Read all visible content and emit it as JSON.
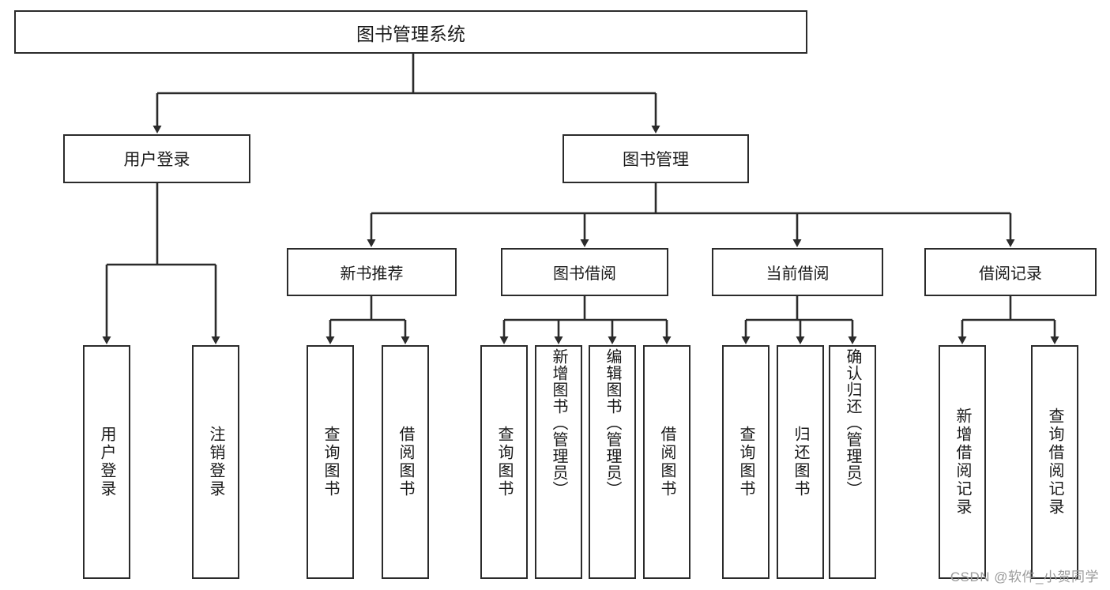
{
  "diagram": {
    "title": "图书管理系统",
    "root": {
      "label": "图书管理系统"
    },
    "level2": [
      {
        "label": "用户登录"
      },
      {
        "label": "图书管理"
      }
    ],
    "level3": [
      {
        "label": "新书推荐"
      },
      {
        "label": "图书借阅"
      },
      {
        "label": "当前借阅"
      },
      {
        "label": "借阅记录"
      }
    ],
    "leaves": [
      {
        "label": "用户登录"
      },
      {
        "label": "注销登录"
      },
      {
        "label": "查询图书"
      },
      {
        "label": "借阅图书"
      },
      {
        "label": "查询图书"
      },
      {
        "label": "新增图书（管理员）"
      },
      {
        "label": "编辑图书（管理员）"
      },
      {
        "label": "借阅图书"
      },
      {
        "label": "查询图书"
      },
      {
        "label": "归还图书"
      },
      {
        "label": "确认归还（管理员）"
      },
      {
        "label": "新增借阅记录"
      },
      {
        "label": "查询借阅记录"
      }
    ]
  },
  "watermark": {
    "text": "CSDN @软件_小贺同学"
  },
  "colors": {
    "stroke": "#2b2b2b",
    "box_fill": "#ffffff",
    "text": "#1a1a1a",
    "watermark": "#9b9b9b",
    "background": "#ffffff"
  }
}
